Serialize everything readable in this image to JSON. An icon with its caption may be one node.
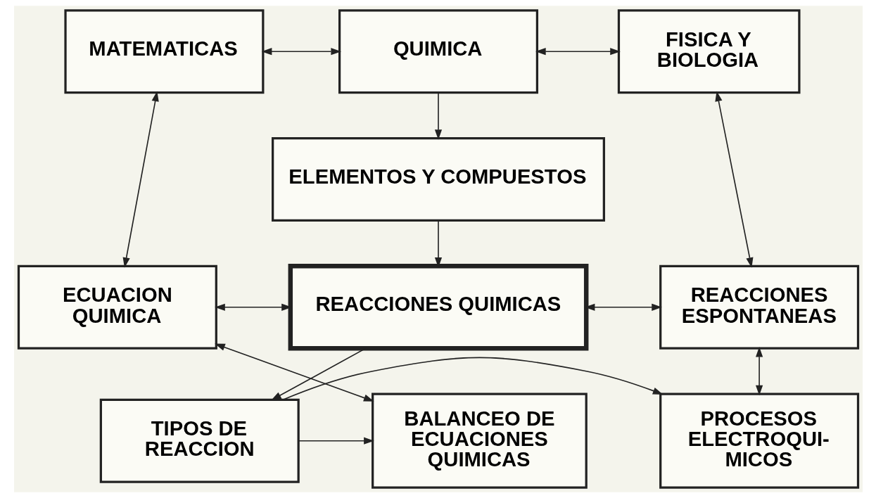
{
  "diagram": {
    "nodes": [
      {
        "text": [
          "MATEMATICAS"
        ]
      },
      {
        "text": [
          "QUIMICA"
        ]
      },
      {
        "text": [
          "FISICA Y BIOLOGIA"
        ]
      },
      {
        "text": [
          "ELEMENTOS Y COMPUESTOS"
        ]
      },
      {
        "text": [
          "ECUACION QUIMICA"
        ]
      },
      {
        "text": [
          "REACCIONES QUIMICAS"
        ]
      },
      {
        "text": [
          "REACCIONES ESPONTANEAS"
        ]
      },
      {
        "text": [
          "BALANCEO DE ECUACIONES QUIMICAS"
        ]
      },
      {
        "text": [
          "TIPOS DE REACCION"
        ]
      },
      {
        "text": [
          "PROCESOS ELECTROQUI- MICOS"
        ]
      }
    ],
    "edges": [
      {
        "from": 0,
        "to": 1,
        "arrow": "both"
      },
      {
        "from": 1,
        "to": 2,
        "arrow": "both"
      },
      {
        "from": 1,
        "to": 3,
        "arrow": "to"
      },
      {
        "from": 0,
        "to": 4,
        "arrow": "both"
      },
      {
        "from": 2,
        "to": 6,
        "arrow": "both"
      },
      {
        "from": 3,
        "to": 5,
        "arrow": "to"
      },
      {
        "from": 4,
        "to": 5,
        "arrow": "both"
      },
      {
        "from": 5,
        "to": 6,
        "arrow": "both"
      },
      {
        "from": 4,
        "to": 7,
        "arrow": "both"
      },
      {
        "from": 6,
        "to": 9,
        "arrow": "both"
      },
      {
        "from": 5,
        "to": 8,
        "arrow": "to"
      },
      {
        "from": 8,
        "to": 7,
        "arrow": "to"
      },
      {
        "from": 8,
        "to": 9,
        "arrow": "to"
      }
    ]
  }
}
